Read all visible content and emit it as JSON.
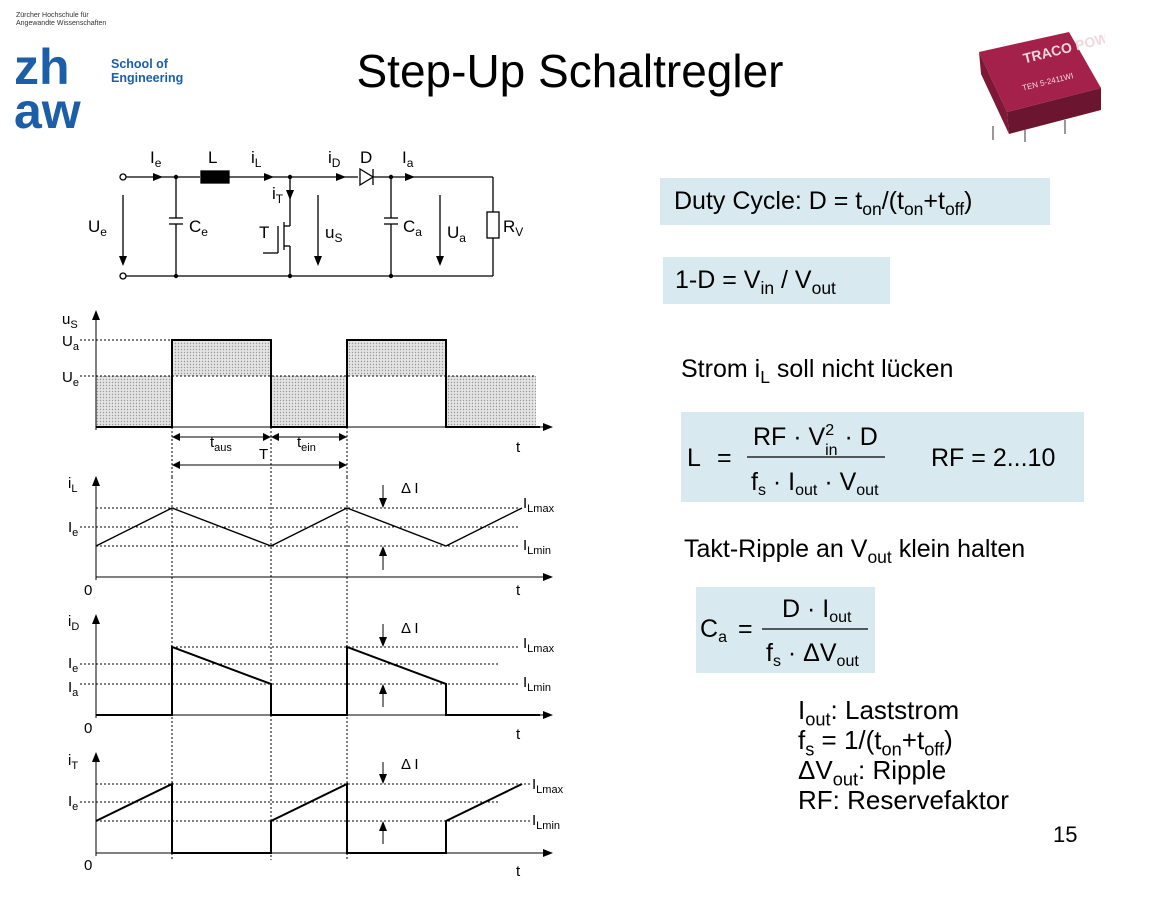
{
  "header": {
    "institution_small": "Zürcher Hochschule für Angewandte Wissenschaften",
    "logo_letters": "zh aw",
    "school_line1": "School of",
    "school_line2": "Engineering",
    "title": "Step-Up Schaltregler",
    "chip_brand": "TRACO POWER",
    "chip_part": "TEN 5-2411WI"
  },
  "circuit": {
    "Ie": "I",
    "Ie_sub": "e",
    "L": "L",
    "iL": "i",
    "iL_sub": "L",
    "iD": "i",
    "iD_sub": "D",
    "D": "D",
    "Ia": "I",
    "Ia_sub": "a",
    "iT": "i",
    "iT_sub": "T",
    "Ue": "U",
    "Ue_sub": "e",
    "Ce": "C",
    "Ce_sub": "e",
    "T": "T",
    "uS": "u",
    "uS_sub": "S",
    "Ca": "C",
    "Ca_sub": "a",
    "Ua": "U",
    "Ua_sub": "a",
    "RV": "R",
    "RV_sub": "V"
  },
  "waveforms": {
    "us_axis": "u",
    "us_axis_sub": "S",
    "Ua": "U",
    "Ua_sub": "a",
    "Ue": "U",
    "Ue_sub": "e",
    "t": "t",
    "taus": "t",
    "taus_sub": "aus",
    "tein": "t",
    "tein_sub": "ein",
    "T": "T",
    "iL_axis": "i",
    "iL_axis_sub": "L",
    "iD_axis": "i",
    "iD_axis_sub": "D",
    "iT_axis": "i",
    "iT_axis_sub": "T",
    "Ie": "I",
    "Ie_sub": "e",
    "Ia": "I",
    "Ia_sub": "a",
    "zero": "0",
    "dI": "Δ I",
    "ILmax": "I",
    "ILmax_sub": "Lmax",
    "ILmin": "I",
    "ILmin_sub": "Lmin"
  },
  "right": {
    "duty_a": "Duty Cycle: D = t",
    "duty_b": "on",
    "duty_c": "/(t",
    "duty_d": "on",
    "duty_e": "+t",
    "duty_f": "off",
    "duty_g": ")",
    "ratio_a": "1-D = V",
    "ratio_b": "in",
    "ratio_c": " / V",
    "ratio_d": "out",
    "strom_a": "Strom i",
    "strom_b": "L",
    "strom_c": " soll nicht lücken",
    "L_lhs": "L",
    "L_eq": "=",
    "L_num_a": "RF · V",
    "L_num_sup": "2",
    "L_num_sub": "in",
    "L_num_b": " · D",
    "L_den_a": "f",
    "L_den_b": "s",
    "L_den_c": " · I",
    "L_den_d": "out",
    "L_den_e": " · V",
    "L_den_f": "out",
    "RF_range": "RF = 2...10",
    "takt_a": "Takt-Ripple an V",
    "takt_b": "out",
    "takt_c": " klein halten",
    "C_lhs": "C",
    "C_lhs_sub": "a",
    "C_eq": "=",
    "C_num_a": "D · I",
    "C_num_b": "out",
    "C_den_a": "f",
    "C_den_b": "s",
    "C_den_c": " · ΔV",
    "C_den_d": "out",
    "leg1_a": "I",
    "leg1_b": "out",
    "leg1_c": ": Laststrom",
    "leg2_a": "f",
    "leg2_b": "s",
    "leg2_c": " = 1/(t",
    "leg2_d": "on",
    "leg2_e": "+t",
    "leg2_f": "off",
    "leg2_g": ")",
    "leg3_a": "ΔV",
    "leg3_b": "out",
    "leg3_c": ": Ripple",
    "leg4": "RF: Reservefaktor",
    "page": "15"
  },
  "colors": {
    "box_fill": "#d8e9ef",
    "logo_blue": "#1d5ea8",
    "chip": "#a3214a",
    "hatch": "#c8c8c8"
  }
}
